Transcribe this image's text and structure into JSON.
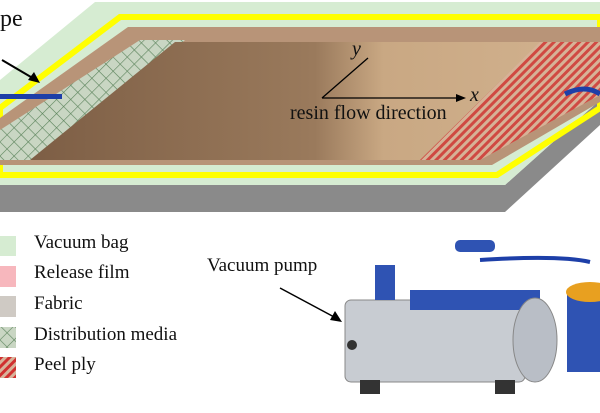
{
  "labels": {
    "tape_partial": "pe",
    "y_axis": "y",
    "x_axis": "x",
    "flow": "resin flow direction",
    "pump": "Vacuum pump"
  },
  "legend": [
    {
      "label": "Vacuum bag",
      "color": "#d6ecd2"
    },
    {
      "label": "Release film",
      "color": "#f7b7bd"
    },
    {
      "label": "Fabric",
      "color": "#cfcac4"
    },
    {
      "label": "Distribution media",
      "color": "#6f9a6f"
    },
    {
      "label": "Peel ply",
      "color": "#e0202a"
    }
  ],
  "colors": {
    "tape": "#ffff00",
    "tube": "#1d3fa8",
    "fabric_dark": "#8a6b50",
    "fabric_light": "#c9a883"
  }
}
